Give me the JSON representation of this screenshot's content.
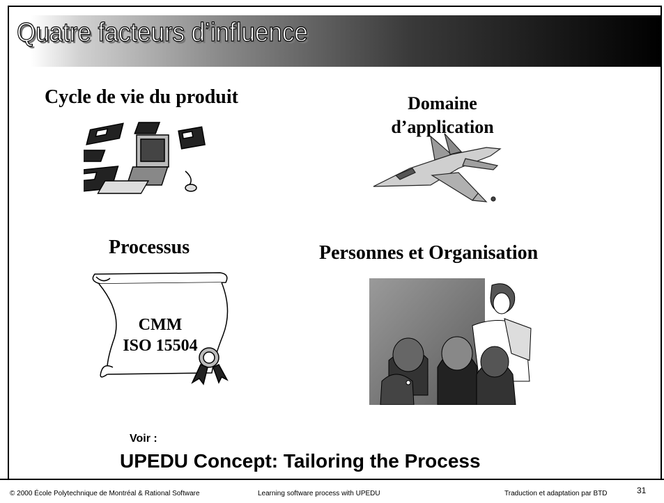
{
  "slide": {
    "title": "Quatre facteurs d’influence",
    "quadrants": {
      "top_left": {
        "heading": "Cycle de vie du produit"
      },
      "top_right": {
        "heading_line1": "Domaine",
        "heading_line2": "d’application"
      },
      "bottom_left": {
        "heading": "Processus",
        "scroll_line1": "CMM",
        "scroll_line2": "ISO 15504"
      },
      "bottom_right": {
        "heading": "Personnes et Organisation"
      }
    },
    "reference": {
      "label": "Voir :",
      "concept": "UPEDU Concept: Tailoring the Process"
    }
  },
  "footer": {
    "copyright_symbol": "©",
    "left": "2000 École Polytechnique de Montréal  & Rational Software",
    "center": "Learning software process with UPEDU",
    "right": "Traduction et adaptation par BTD",
    "page_number": "31"
  }
}
